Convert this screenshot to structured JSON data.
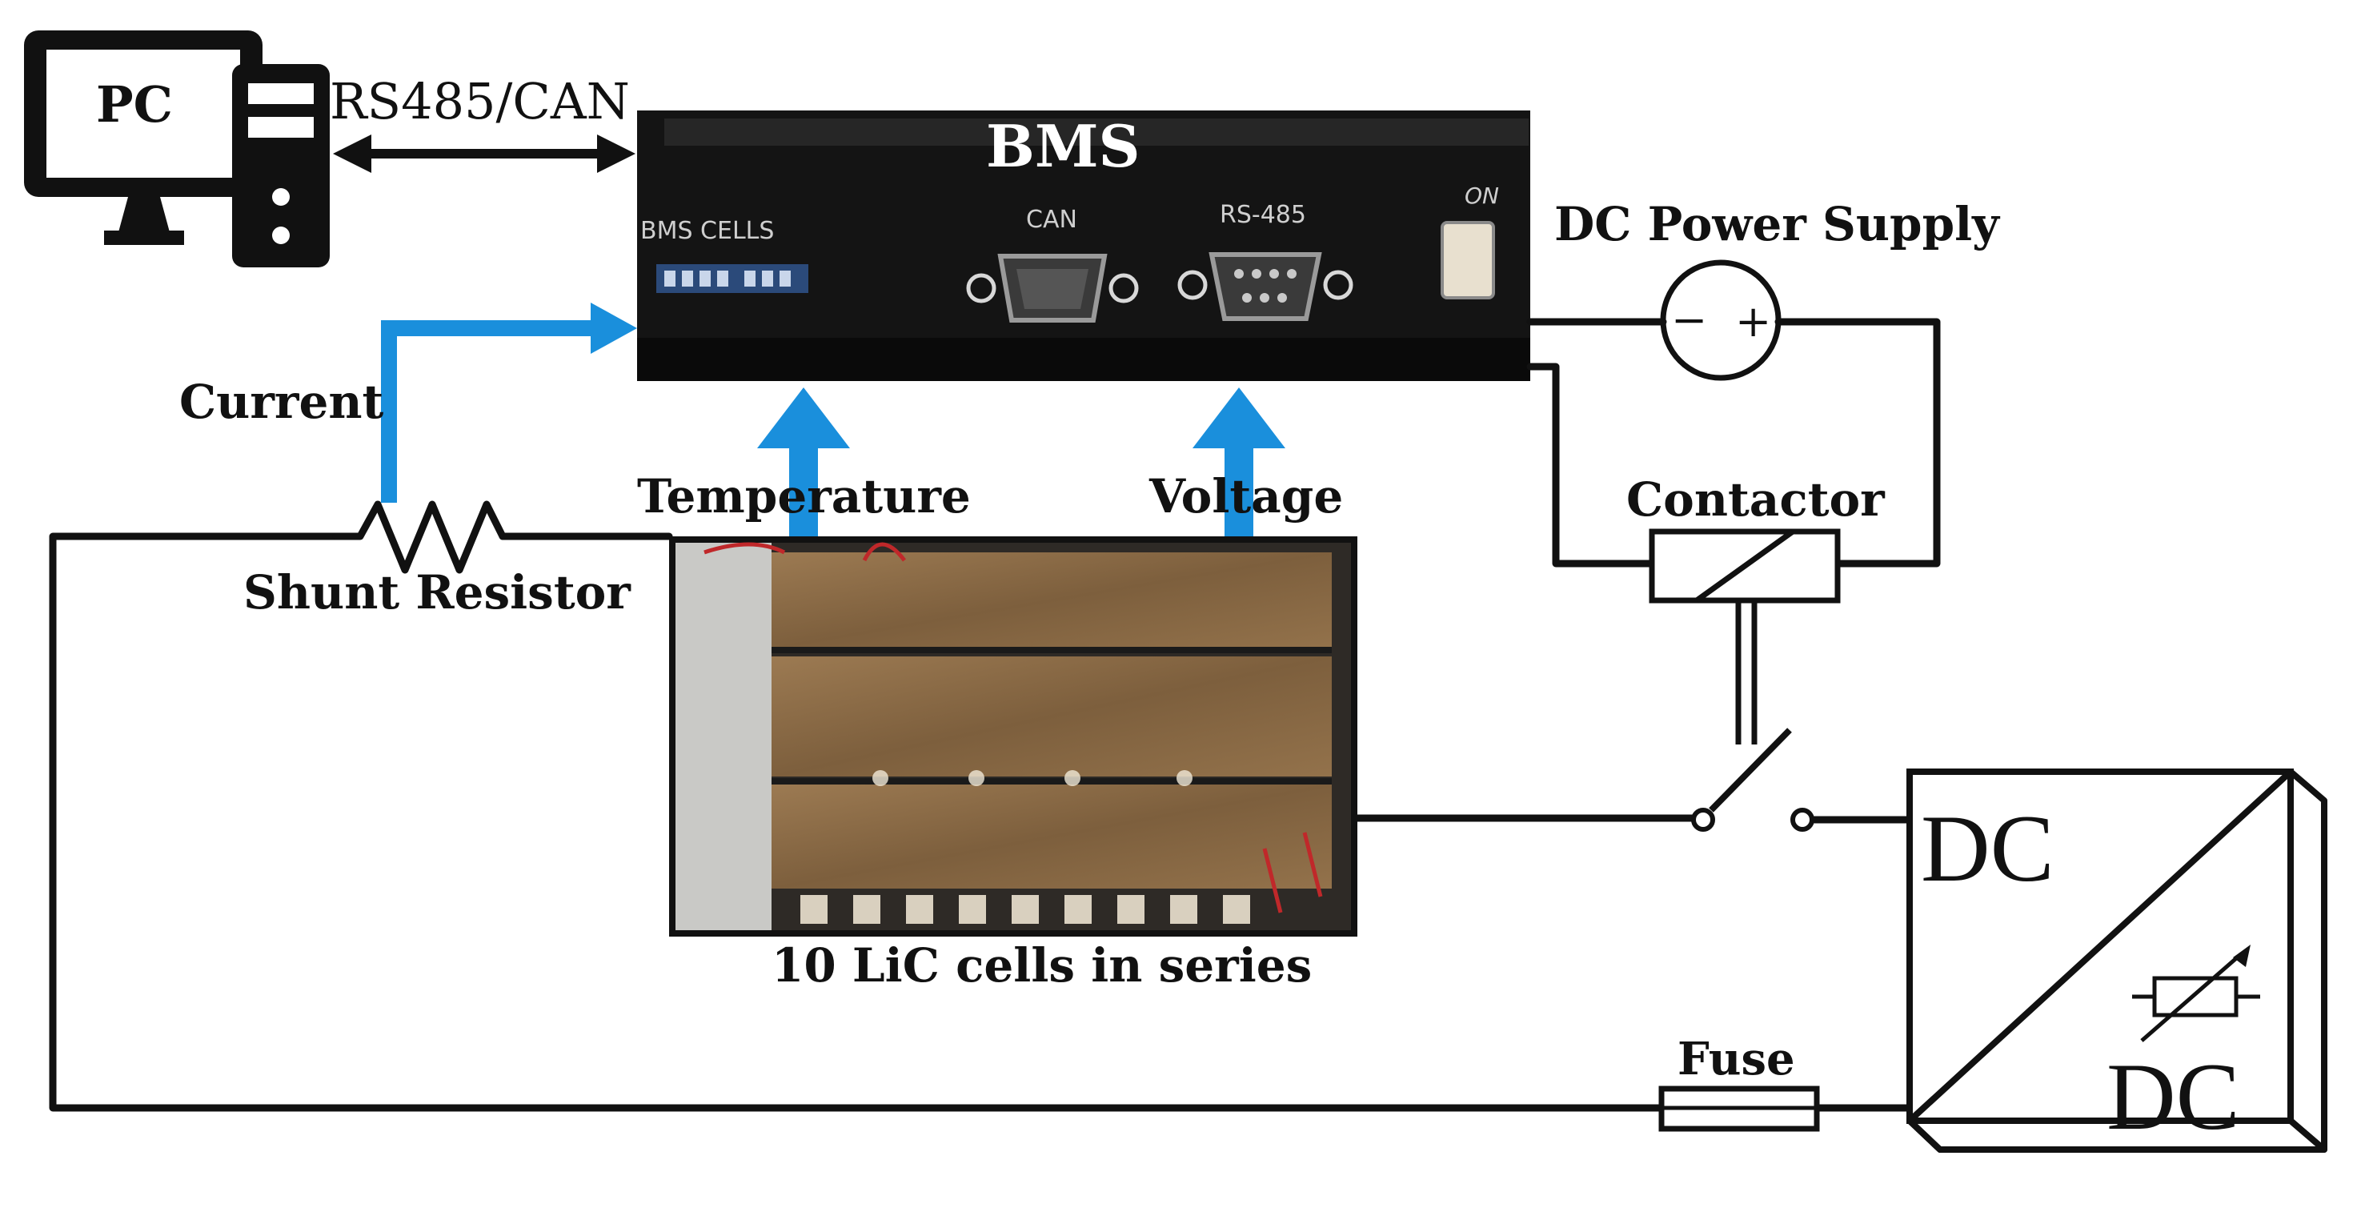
{
  "pc": {
    "label": "PC"
  },
  "link": {
    "label": "RS485/CAN"
  },
  "bms": {
    "title": "BMS",
    "panel_labels": {
      "cells": "BMS CELLS",
      "can": "CAN",
      "rs485": "RS-485",
      "on": "ON"
    }
  },
  "power_supply": {
    "label": "DC Power Supply",
    "minus": "−",
    "plus": "+"
  },
  "contactor": {
    "label": "Contactor"
  },
  "current": {
    "label": "Current"
  },
  "shunt": {
    "label": "Shunt Resistor"
  },
  "temperature": {
    "label": "Temperature"
  },
  "voltage": {
    "label": "Voltage"
  },
  "cells": {
    "label": "10 LiC cells in series"
  },
  "converter": {
    "top": "DC",
    "bottom": "DC"
  },
  "fuse": {
    "label": "Fuse"
  },
  "colors": {
    "arrow_blue": "#1a8fdc",
    "line": "#111111",
    "bms_panel": "#141414",
    "tape": "#8a6a45"
  }
}
